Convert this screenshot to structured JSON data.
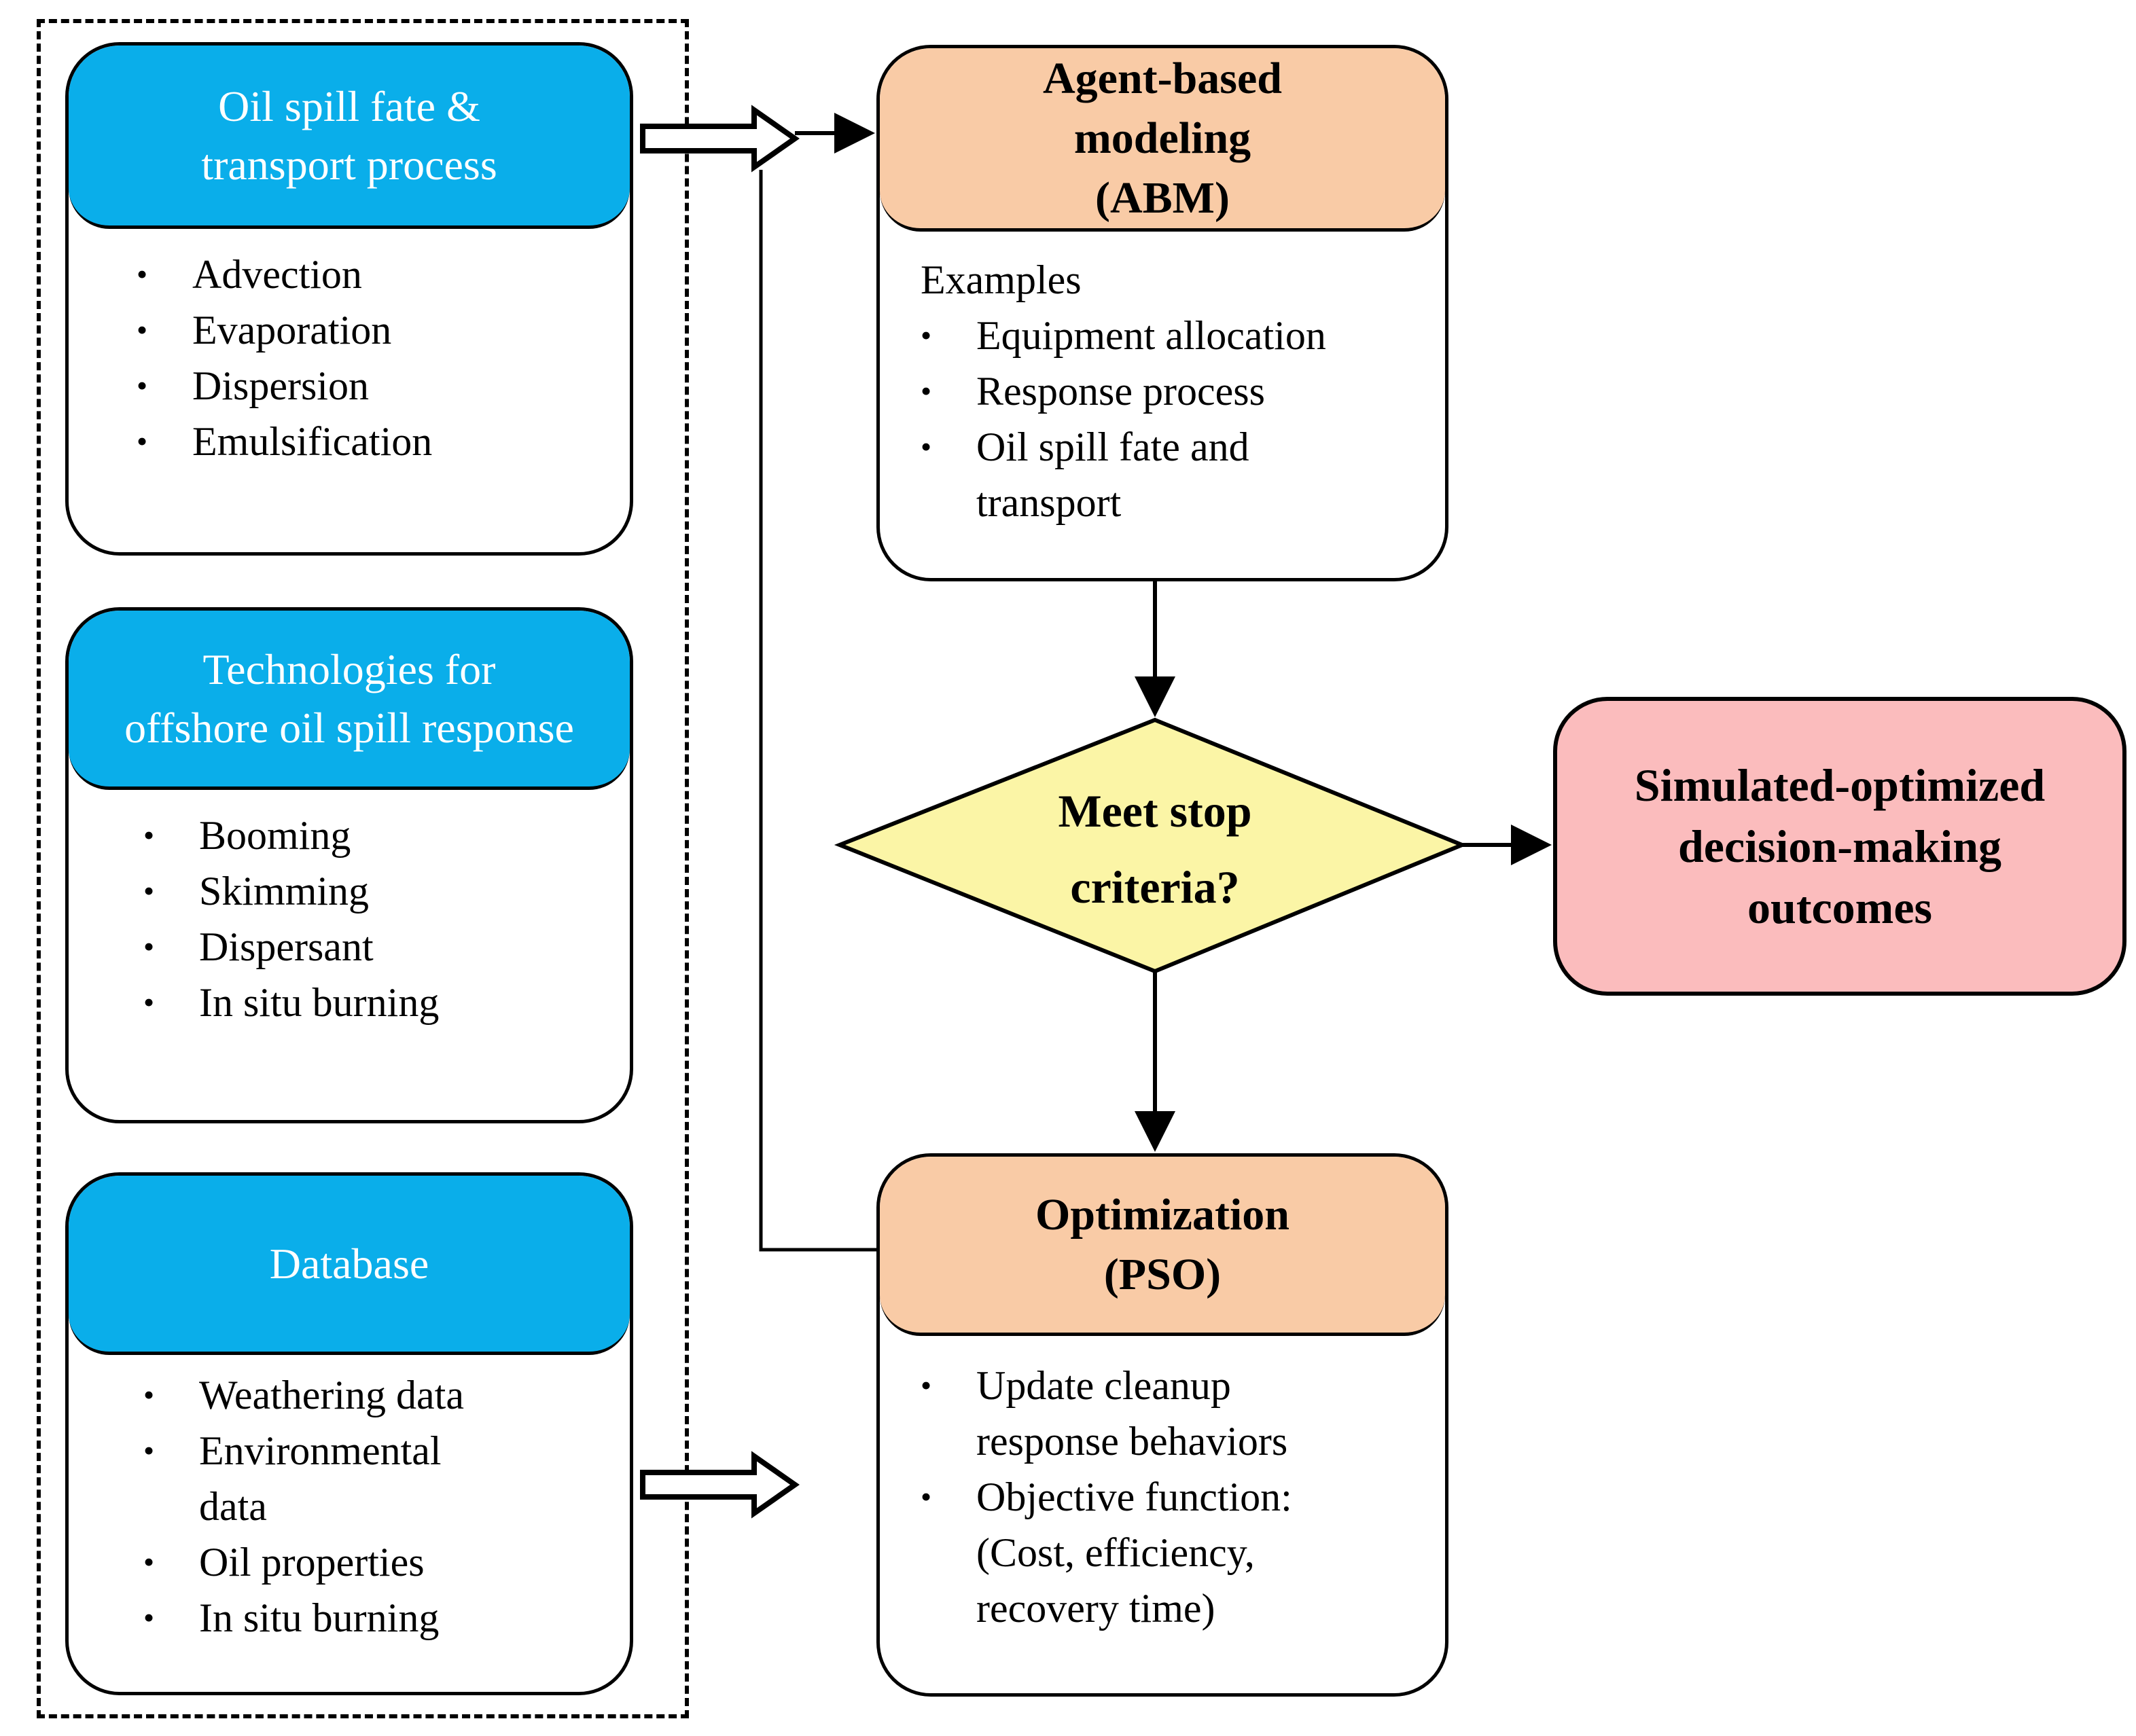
{
  "colors": {
    "blue_header": "#0aaeea",
    "peach_header": "#f9cba6",
    "decision_fill": "#fbf5a6",
    "result_fill": "#fbbcbd"
  },
  "inputs": {
    "fate": {
      "title_lines": [
        "Oil spill fate &",
        "transport process"
      ],
      "items": [
        "Advection",
        "Evaporation",
        "Dispersion",
        "Emulsification"
      ]
    },
    "technologies": {
      "title_lines": [
        "Technologies  for",
        "offshore oil spill response"
      ],
      "items": [
        "Booming",
        "Skimming",
        "Dispersant",
        "In situ  burning"
      ]
    },
    "database": {
      "title_lines": [
        "Database"
      ],
      "items": [
        "Weathering  data",
        "Environmental data",
        "Oil properties",
        "In situ burning"
      ]
    }
  },
  "abm": {
    "title_lines": [
      "Agent-based",
      "modeling",
      "(ABM)"
    ],
    "intro": "Examples",
    "items": [
      "Equipment  allocation",
      "Response  process",
      "Oil  spill  fate  and transport"
    ]
  },
  "decision": {
    "label_lines": [
      "Meet stop",
      "criteria?"
    ]
  },
  "result": {
    "label_lines": [
      "Simulated-optimized",
      "decision-making",
      "outcomes"
    ]
  },
  "optimization": {
    "title_lines": [
      "Optimization",
      "(PSO)"
    ],
    "items": [
      "Update cleanup response behaviors",
      "Objective function: (Cost, efficiency, recovery time)"
    ]
  }
}
